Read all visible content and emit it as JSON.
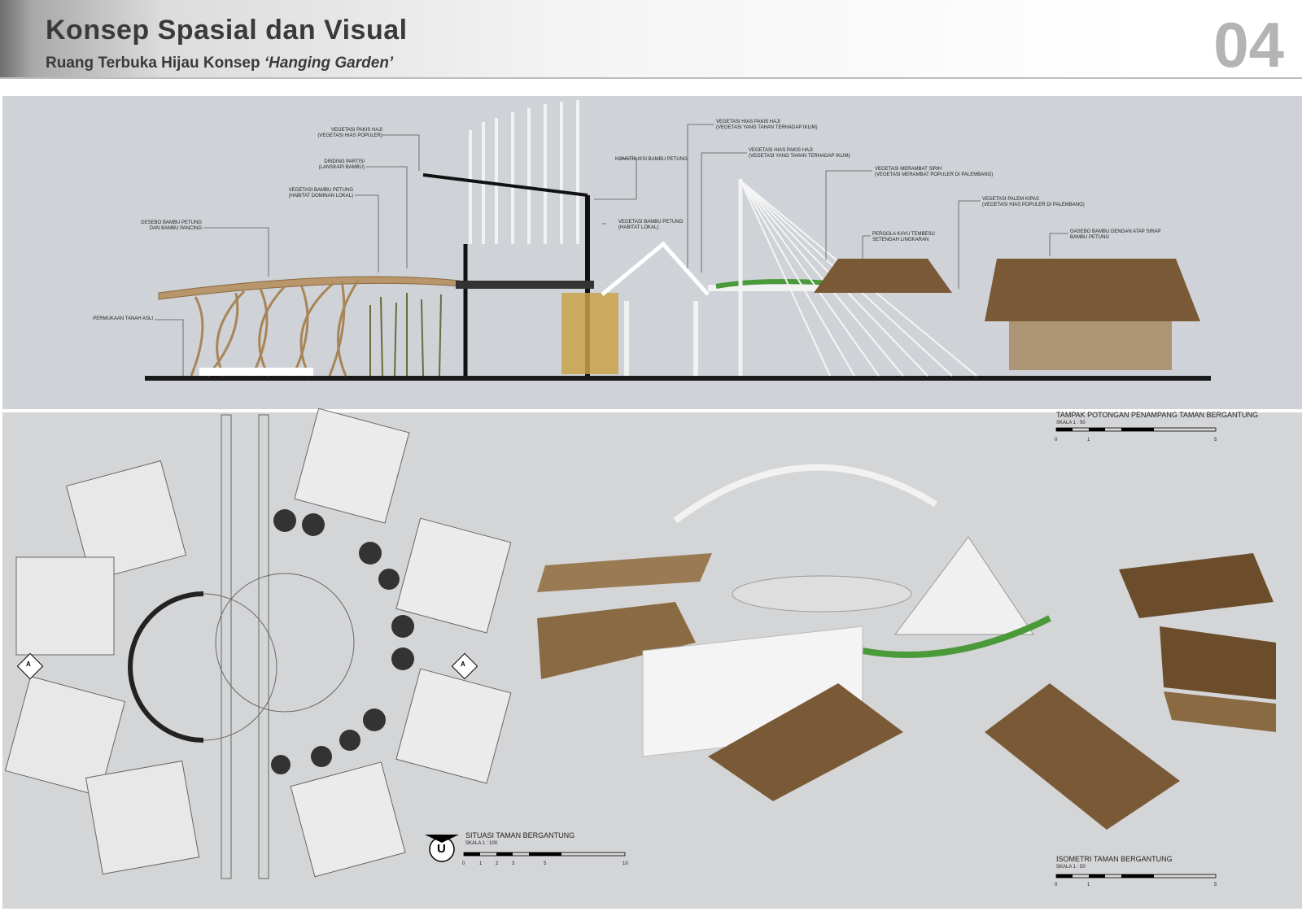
{
  "header": {
    "title": "Konsep Spasial dan Visual",
    "subtitle_prefix": "Ruang Terbuka Hijau Konsep ",
    "subtitle_italic": "‘Hanging Garden’",
    "page_number": "04"
  },
  "section": {
    "labels": {
      "l1": "VEGETASI PAKIS HAJI\n(VEGETASI HIAS POPULER)",
      "l2": "DINDING PARTISI\n(LANSKAPI BAMBU)",
      "l3": "VEGETASI BAMBU PETUNG\n(HABITAT DOMINAN LOKAL)",
      "l4": "GESEBO BAMBU PETUNG\nDAN BAMBU PANCING",
      "l5": "PERMUKAAN TANAH ASLI",
      "l6": "KONSTRUKSI BAMBU PETUNG",
      "l7": "VEGETASI BAMBU PETUNG\n(HABITAT LOKAL)",
      "l8": "VEGETASI HIAS PAKIS HAJI\n(VEGETASI YANG TAHAN TERHADAP IKLIM)",
      "l9": "VEGETASI HIAS PAKIS HAJI\n(VEGETASI YANG TAHAN TERHADAP IKLIM)",
      "l10": "VEGETASI MERAMBAT SIRIH\n(VEGETASI MERAMBAT POPULER DI PALEMBANG)",
      "l11": "PERGOLA KAYU TEMBESU\nSETENGAH LINGKARAN",
      "l12": "VEGETASI PALEM KIPAS\n(VEGETASI HIAS POPULER DI PALEMBANG)",
      "l13": "GASEBO BAMBU DENGAN ATAP SIRAP\nBAMBU PETUNG"
    },
    "caption": "TAMPAK POTONGAN PENAMPANG TAMAN BERGANTUNG",
    "scale": "SKALA 1 : 50",
    "ticks": [
      "0",
      "1",
      "5"
    ]
  },
  "plan": {
    "caption": "SITUASI TAMAN BERGANTUNG",
    "scale": "SKALA 1 : 100",
    "ticks": [
      "0",
      "1",
      "2",
      "3",
      "5",
      "10"
    ],
    "north_letter": "U",
    "cut_marker": "A"
  },
  "isometric": {
    "caption": "ISOMETRI TAMAN BERGANTUNG",
    "scale": "SKALA 1 : 50",
    "ticks": [
      "0",
      "1",
      "5"
    ]
  },
  "colors": {
    "bamboo": "#b8956a",
    "bamboo_dark": "#8a6a42",
    "roof": "#7a5a36",
    "vine": "#4a9a3a",
    "ground": "#1a1a1a"
  }
}
